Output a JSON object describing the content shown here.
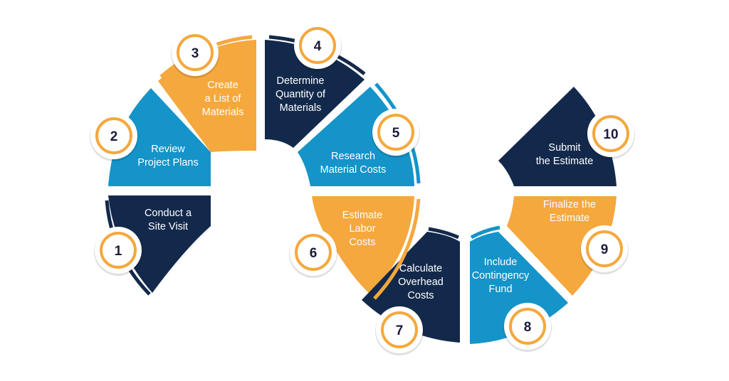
{
  "colors": {
    "navy": "#13294b",
    "blue": "#1494c9",
    "orange": "#f5a83d",
    "badge_ring": "#f5a83d",
    "badge_text": "#1b1b3a"
  },
  "steps": [
    {
      "number": "1",
      "lines": [
        "Conduct a",
        "Site Visit"
      ],
      "color": "navy"
    },
    {
      "number": "2",
      "lines": [
        "Review",
        "Project Plans"
      ],
      "color": "blue"
    },
    {
      "number": "3",
      "lines": [
        "Create",
        "a List of",
        "Materials"
      ],
      "color": "orange"
    },
    {
      "number": "4",
      "lines": [
        "Determine",
        "Quantity of",
        "Materials"
      ],
      "color": "navy"
    },
    {
      "number": "5",
      "lines": [
        "Research",
        "Material Costs"
      ],
      "color": "blue"
    },
    {
      "number": "6",
      "lines": [
        "Estimate",
        "Labor",
        "Costs"
      ],
      "color": "orange"
    },
    {
      "number": "7",
      "lines": [
        "Calculate",
        "Overhead",
        "Costs"
      ],
      "color": "navy"
    },
    {
      "number": "8",
      "lines": [
        "Include",
        "Contingency",
        "Fund"
      ],
      "color": "blue"
    },
    {
      "number": "9",
      "lines": [
        "Finalize the",
        "Estimate"
      ],
      "color": "orange"
    },
    {
      "number": "10",
      "lines": [
        "Submit",
        "the Estimate"
      ],
      "color": "navy"
    }
  ]
}
